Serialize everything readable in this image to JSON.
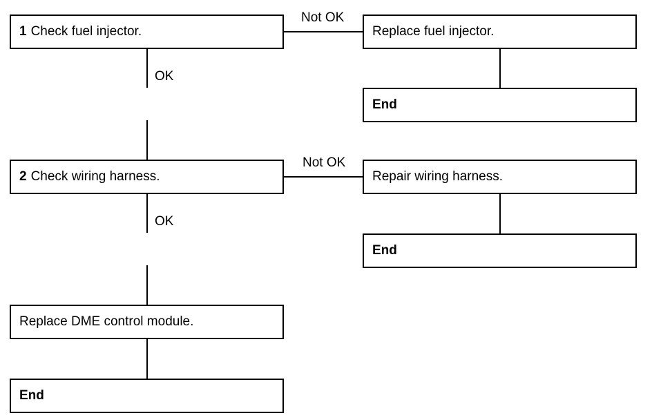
{
  "steps": [
    {
      "number": "1",
      "text": "Check fuel injector.",
      "ok_label": "OK",
      "not_ok_label": "Not OK",
      "fix_text": "Replace fuel injector.",
      "end_text": "End"
    },
    {
      "number": "2",
      "text": "Check wiring harness.",
      "ok_label": "OK",
      "not_ok_label": "Not OK",
      "fix_text": "Repair wiring harness.",
      "end_text": "End"
    }
  ],
  "final": {
    "text": "Replace DME control module.",
    "end_text": "End"
  }
}
